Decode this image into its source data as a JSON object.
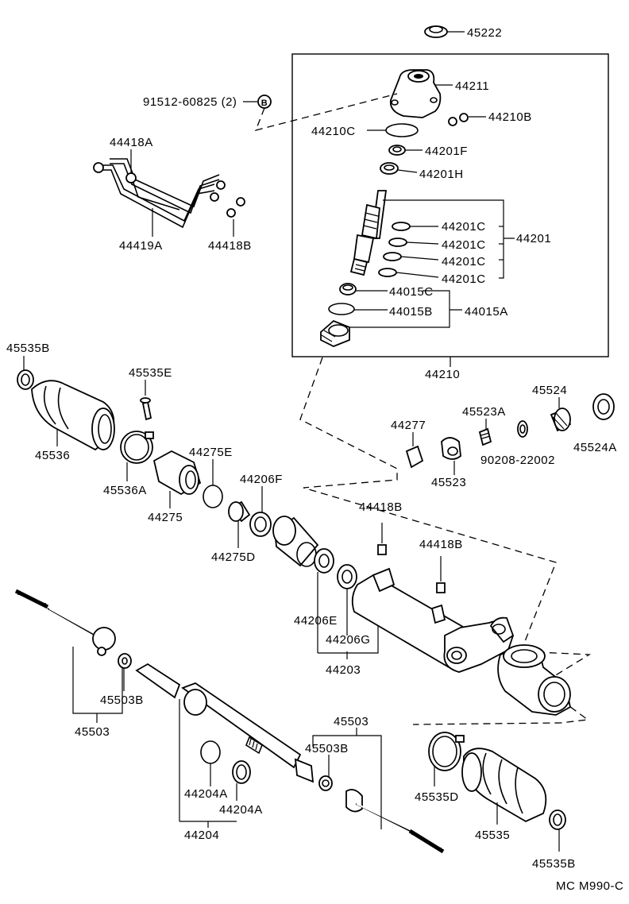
{
  "diagram": {
    "footer_code": "MC M990-C",
    "bolt_circle_letter": "B",
    "labels": {
      "p45222": "45222",
      "p44211": "44211",
      "p91512": "91512-60825 (2)",
      "p44210C": "44210C",
      "p44210B": "44210B",
      "p44201F": "44201F",
      "p44201H": "44201H",
      "p44201C_1": "44201C",
      "p44201C_2": "44201C",
      "p44201C_3": "44201C",
      "p44201C_4": "44201C",
      "p44201": "44201",
      "p44015C": "44015C",
      "p44015B": "44015B",
      "p44015A": "44015A",
      "p44210": "44210",
      "p44418A": "44418A",
      "p44419A": "44419A",
      "p44418B_top": "44418B",
      "p45535B_top": "45535B",
      "p45535E": "45535E",
      "p45536": "45536",
      "p45536A": "45536A",
      "p44275E": "44275E",
      "p44275": "44275",
      "p44206F": "44206F",
      "p44275D": "44275D",
      "p44277": "44277",
      "p45523A": "45523A",
      "p45524": "45524",
      "p45523": "45523",
      "p90208": "90208-22002",
      "p45524A": "45524A",
      "p44418B_mid1": "44418B",
      "p44418B_mid2": "44418B",
      "p44206E": "44206E",
      "p44206G": "44206G",
      "p44203": "44203",
      "p45503B_left": "45503B",
      "p45503_left": "45503",
      "p45503_right": "45503",
      "p45503B_right": "45503B",
      "p44204A_1": "44204A",
      "p44204A_2": "44204A",
      "p44204": "44204",
      "p45535D": "45535D",
      "p45535": "45535",
      "p45535B_bottom": "45535B"
    }
  }
}
